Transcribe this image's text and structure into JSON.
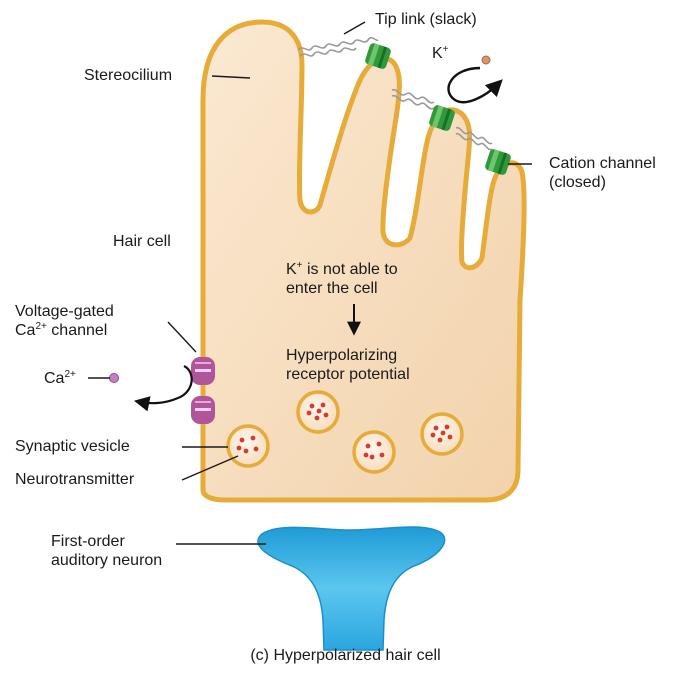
{
  "labels": {
    "tip_link": "Tip link (slack)",
    "k_ion": "K",
    "k_charge": "+",
    "stereocilium": "Stereocilium",
    "cation_channel_l1": "Cation channel",
    "cation_channel_l2": "(closed)",
    "hair_cell": "Hair cell",
    "k_blocked_l1_a": "K",
    "k_blocked_l1_sup": "+",
    "k_blocked_l1_b": " is not able to",
    "k_blocked_l2": "enter the cell",
    "hyperpol_l1": "Hyperpolarizing",
    "hyperpol_l2": "receptor potential",
    "vg_channel_l1": "Voltage-gated",
    "vg_channel_l2_a": "Ca",
    "vg_channel_l2_sup": "2+",
    "vg_channel_l2_b": " channel",
    "ca_ion": "Ca",
    "ca_charge": "2+",
    "synaptic_vesicle": "Synaptic vesicle",
    "neurotransmitter": "Neurotransmitter",
    "neuron_l1": "First-order",
    "neuron_l2": "auditory neuron",
    "caption": "(c) Hyperpolarized hair cell"
  },
  "colors": {
    "cell_fill": "#f6dcbc",
    "cell_outline": "#e7ad3c",
    "channel_green": "#2f9a3a",
    "ca_channel": "#b0559c",
    "vesicle_dot": "#d83a2e",
    "neuron_blue": "#35aee3",
    "ion_k": "#d9956a",
    "ion_ca": "#c77fbf"
  }
}
